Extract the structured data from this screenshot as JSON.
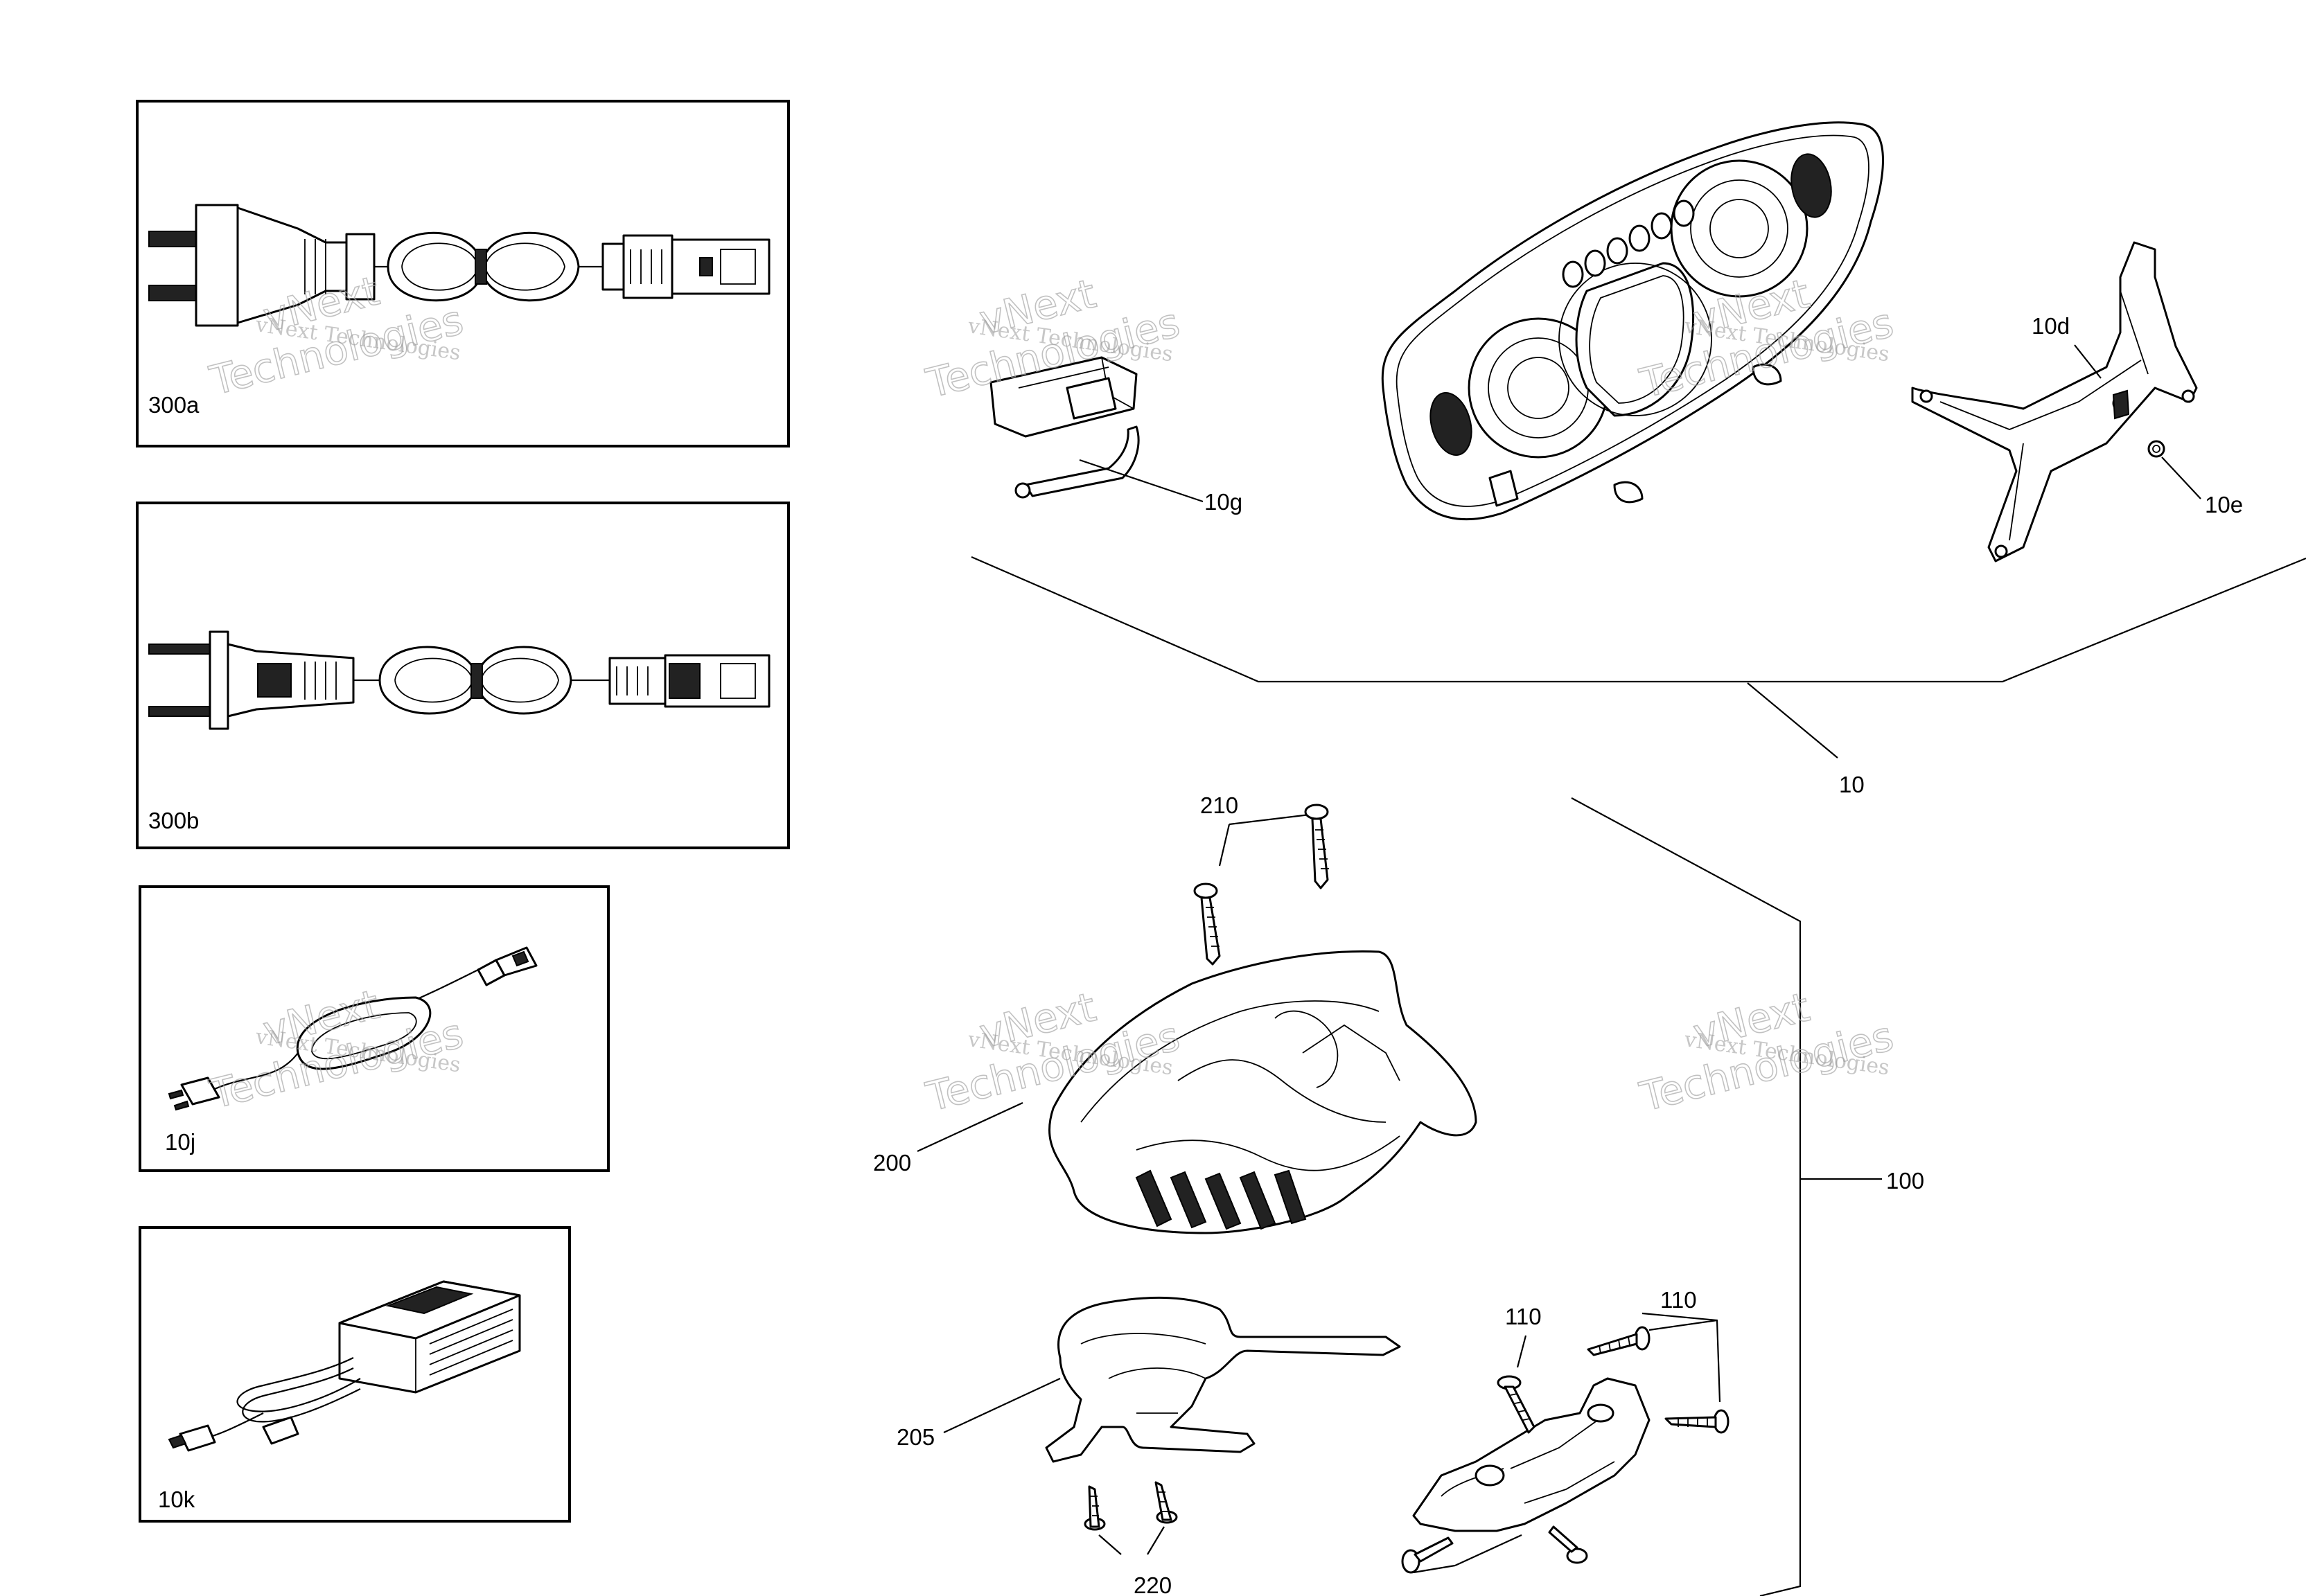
{
  "watermark": {
    "line1": "vNext Technologies",
    "line2": "vNext",
    "line3": "Technologies"
  },
  "callouts": {
    "c300a": "300a",
    "c300b": "300b",
    "c10j": "10j",
    "c10k": "10k",
    "c10g": "10g",
    "c10d": "10d",
    "c10e": "10e",
    "c10": "10",
    "c210": "210",
    "c200": "200",
    "c100": "100",
    "c205": "205",
    "c110a": "110",
    "c110b": "110",
    "c220": "220"
  }
}
